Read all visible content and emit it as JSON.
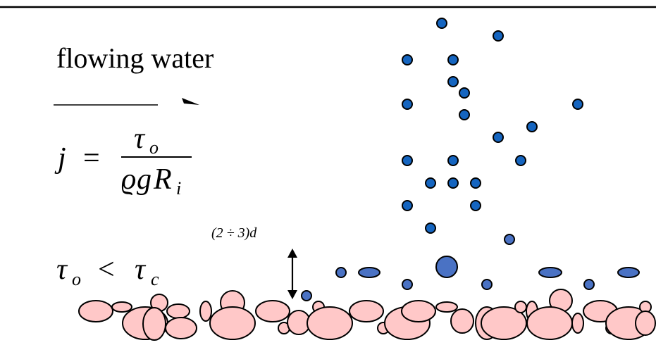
{
  "labels": {
    "flow": "flowing water",
    "slope_lhs": "j",
    "equals": "=",
    "slope_num_sym": "τ",
    "slope_num_sub": "o",
    "slope_den_rho": "ϱ",
    "slope_den_g": "g",
    "slope_den_R": "R",
    "slope_den_sub": "i",
    "layer_thickness": "(2 ÷ 3)d",
    "shear_lhs_sym": "τ",
    "shear_lhs_sub": "o",
    "shear_op": "<",
    "shear_rhs_sym": "τ",
    "shear_rhs_sub": "c"
  },
  "colors": {
    "suspended_particle": "#1565c0",
    "bedload_particle": "#4a72c4",
    "bed_grain_fill": "#ffc8c8",
    "outline": "#000000"
  },
  "icons": {
    "flow_direction": "arrow-right-icon",
    "layer_marker": "double-arrow-icon"
  }
}
